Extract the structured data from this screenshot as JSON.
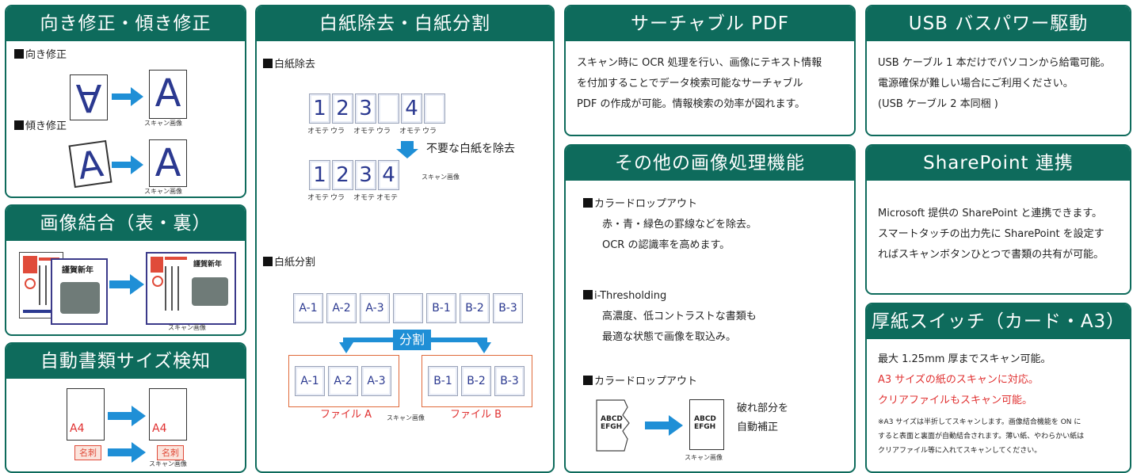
{
  "colors": {
    "brand": "#0e6b5c",
    "arrow": "#1f8fd6",
    "accent_red": "#e03030",
    "scan_blue": "#2b3990"
  },
  "card_orientation": {
    "title": "向き修正・傾き修正",
    "sub1": "向き修正",
    "sub2": "傾き修正",
    "glyph": "A",
    "scan_label": "スキャン画像"
  },
  "card_merge": {
    "title": "画像結合（表・裏）",
    "card_text": "謹賀新年",
    "scan_label": "スキャン画像"
  },
  "card_size": {
    "title": "自動書類サイズ検知",
    "a4": "A4",
    "meishi": "名刺",
    "scan_label": "スキャン画像"
  },
  "card_blank": {
    "title": "白紙除去・白紙分割",
    "sub1": "白紙除去",
    "sub2": "白紙分割",
    "pages_before": [
      "1",
      "2",
      "3",
      "",
      "4",
      ""
    ],
    "labels_before": [
      "オモテ",
      "ウラ",
      "オモテ",
      "ウラ",
      "オモテ",
      "ウラ"
    ],
    "remove_note": "不要な白紙を除去",
    "pages_after": [
      "1",
      "2",
      "3",
      "4"
    ],
    "labels_after": [
      "オモテ",
      "ウラ",
      "オモテ",
      "オモテ"
    ],
    "scan_label": "スキャン画像",
    "split_before": [
      "A-1",
      "A-2",
      "A-3",
      "",
      "B-1",
      "B-2",
      "B-3"
    ],
    "split_label": "分割",
    "file_a_pages": [
      "A-1",
      "A-2",
      "A-3"
    ],
    "file_b_pages": [
      "B-1",
      "B-2",
      "B-3"
    ],
    "file_a": "ファイル A",
    "file_b": "ファイル B"
  },
  "card_pdf": {
    "title": "サーチャブル PDF",
    "lines": [
      "スキャン時に OCR 処理を行い、画像にテキスト情報",
      "を付加することでデータ検索可能なサーチャブル",
      "PDF の作成が可能。情報検索の効率が図れます。"
    ]
  },
  "card_other": {
    "title": "その他の画像処理機能",
    "h1": "カラードロップアウト",
    "h1_lines": [
      "赤・青・緑色の罫線などを除去。",
      "OCR の認識率を高めます。"
    ],
    "h2": "i-Thresholding",
    "h2_lines": [
      "高濃度、低コントラストな書類も",
      "最適な状態で画像を取込み。"
    ],
    "h3": "カラードロップアウト",
    "doc_text": [
      "ABCD",
      "EFGH"
    ],
    "h3_lines": [
      "破れ部分を",
      "自動補正"
    ],
    "scan_label": "スキャン画像"
  },
  "card_usb": {
    "title": "USB バスパワー駆動",
    "lines": [
      "USB ケーブル 1 本だけでパソコンから給電可能。",
      "電源確保が難しい場合にご利用ください。",
      "(USB ケーブル 2 本同梱 )"
    ]
  },
  "card_sharepoint": {
    "title": "SharePoint 連携",
    "lines": [
      "Microsoft 提供の SharePoint と連携できます。",
      "スマートタッチの出力先に SharePoint を設定す",
      "ればスキャンボタンひとつで書類の共有が可能。"
    ]
  },
  "card_thick": {
    "title": "厚紙スイッチ（カード・A3）",
    "line1": "最大 1.25mm 厚までスキャン可能。",
    "line2": "A3 サイズの紙のスキャンに対応。",
    "line3": "クリアファイルもスキャン可能。",
    "notes": [
      "※A3 サイズは半折してスキャンします。画像結合機能を ON に",
      "すると表面と裏面が自動結合されます。薄い紙、やわらかい紙は",
      "クリアファイル等に入れてスキャンしてください。"
    ]
  }
}
